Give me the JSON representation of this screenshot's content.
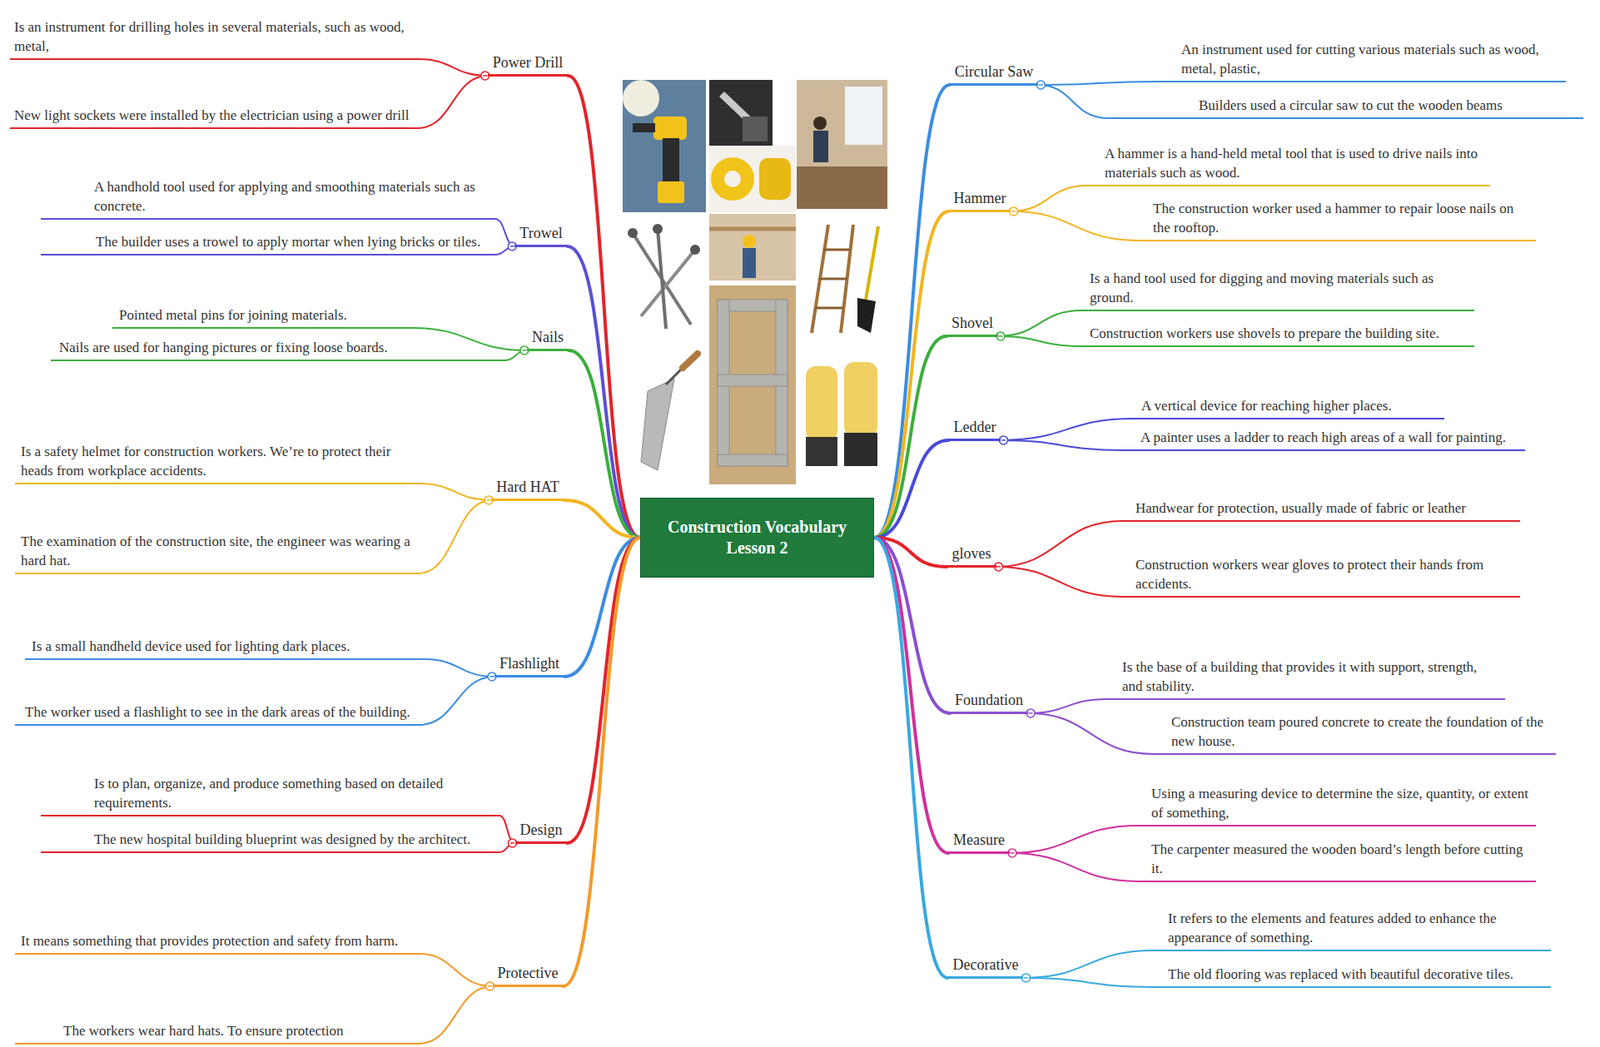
{
  "diagram": {
    "nodes": [
      {
        "text": [
          "Construction Vocabulary Lesson 2"
        ]
      },
      {
        "text": [
          "Power Drill"
        ]
      },
      {
        "text": [
          "Is an instrument for drilling holes in several materials, such as wood, metal,"
        ]
      },
      {
        "text": [
          "New light sockets were installed by the electrician using a power drill"
        ]
      },
      {
        "text": [
          "Trowel"
        ]
      },
      {
        "text": [
          "A handhold tool used for applying and smoothing materials such as concrete."
        ]
      },
      {
        "text": [
          "The builder uses a trowel to apply mortar when lying bricks or tiles."
        ]
      },
      {
        "text": [
          "Nails"
        ]
      },
      {
        "text": [
          "Pointed metal pins for joining materials."
        ]
      },
      {
        "text": [
          "Nails are used for hanging pictures or fixing loose boards."
        ]
      },
      {
        "text": [
          "Hard HAT"
        ]
      },
      {
        "text": [
          "Is a safety helmet for construction workers. We’re to protect their heads from workplace accidents."
        ]
      },
      {
        "text": [
          "The examination of the construction site, the engineer was wearing a hard hat."
        ]
      },
      {
        "text": [
          "Flashlight"
        ]
      },
      {
        "text": [
          "Is a small handheld device used for lighting dark places."
        ]
      },
      {
        "text": [
          "The worker used a flashlight to see in the dark areas of the building."
        ]
      },
      {
        "text": [
          "Design"
        ]
      },
      {
        "text": [
          "Is to plan, organize, and produce something based on detailed requirements."
        ]
      },
      {
        "text": [
          "The new hospital building blueprint was designed by the architect."
        ]
      },
      {
        "text": [
          "Protective"
        ]
      },
      {
        "text": [
          "It means something that provides protection and safety from harm."
        ]
      },
      {
        "text": [
          "The workers wear hard hats. To ensure protection"
        ]
      },
      {
        "text": [
          "Circular Saw"
        ]
      },
      {
        "text": [
          "An instrument used for cutting various materials such as wood, metal, plastic,"
        ]
      },
      {
        "text": [
          "Builders used a circular saw to cut the wooden beams"
        ]
      },
      {
        "text": [
          "Hammer"
        ]
      },
      {
        "text": [
          "A hammer is a hand-held metal tool that is used to drive nails into materials such as wood."
        ]
      },
      {
        "text": [
          "The construction worker used a hammer to repair loose nails on the rooftop."
        ]
      },
      {
        "text": [
          "Shovel"
        ]
      },
      {
        "text": [
          "Is a hand tool used for digging and moving materials such as ground."
        ]
      },
      {
        "text": [
          "Construction workers use shovels to prepare the building site."
        ]
      },
      {
        "text": [
          "Ledder"
        ]
      },
      {
        "text": [
          "A vertical device for reaching higher places."
        ]
      },
      {
        "text": [
          "A painter uses a ladder to reach high areas of a wall for painting."
        ]
      },
      {
        "text": [
          "gloves"
        ]
      },
      {
        "text": [
          "Handwear for protection, usually made of fabric or leather"
        ]
      },
      {
        "text": [
          "Construction workers wear gloves to protect their hands from accidents."
        ]
      },
      {
        "text": [
          "Foundation"
        ]
      },
      {
        "text": [
          "Is the base of a building that provides it with support, strength, and stability."
        ]
      },
      {
        "text": [
          "Construction team poured concrete to create the foundation of the new house."
        ]
      },
      {
        "text": [
          "Measure"
        ]
      },
      {
        "text": [
          "Using a measuring device to determine the size, quantity, or extent of something,"
        ]
      },
      {
        "text": [
          "The carpenter measured the wooden board’s length before cutting it."
        ]
      },
      {
        "text": [
          "Decorative"
        ]
      },
      {
        "text": [
          "It refers to the elements and features added to enhance the appearance of something."
        ]
      },
      {
        "text": [
          "The old flooring was replaced with beautiful decorative tiles."
        ]
      }
    ],
    "edges": [
      {
        "from": 0,
        "to": 1,
        "arrow": "none"
      },
      {
        "from": 1,
        "to": 2,
        "arrow": "none"
      },
      {
        "from": 1,
        "to": 3,
        "arrow": "none"
      },
      {
        "from": 0,
        "to": 4,
        "arrow": "none"
      },
      {
        "from": 4,
        "to": 5,
        "arrow": "none"
      },
      {
        "from": 4,
        "to": 6,
        "arrow": "none"
      },
      {
        "from": 0,
        "to": 7,
        "arrow": "none"
      },
      {
        "from": 7,
        "to": 8,
        "arrow": "none"
      },
      {
        "from": 7,
        "to": 9,
        "arrow": "none"
      },
      {
        "from": 0,
        "to": 10,
        "arrow": "none"
      },
      {
        "from": 10,
        "to": 11,
        "arrow": "none"
      },
      {
        "from": 10,
        "to": 12,
        "arrow": "none"
      },
      {
        "from": 0,
        "to": 13,
        "arrow": "none"
      },
      {
        "from": 13,
        "to": 14,
        "arrow": "none"
      },
      {
        "from": 13,
        "to": 15,
        "arrow": "none"
      },
      {
        "from": 0,
        "to": 16,
        "arrow": "none"
      },
      {
        "from": 16,
        "to": 17,
        "arrow": "none"
      },
      {
        "from": 16,
        "to": 18,
        "arrow": "none"
      },
      {
        "from": 0,
        "to": 19,
        "arrow": "none"
      },
      {
        "from": 19,
        "to": 20,
        "arrow": "none"
      },
      {
        "from": 19,
        "to": 21,
        "arrow": "none"
      },
      {
        "from": 0,
        "to": 22,
        "arrow": "none"
      },
      {
        "from": 22,
        "to": 23,
        "arrow": "none"
      },
      {
        "from": 22,
        "to": 24,
        "arrow": "none"
      },
      {
        "from": 0,
        "to": 25,
        "arrow": "none"
      },
      {
        "from": 25,
        "to": 26,
        "arrow": "none"
      },
      {
        "from": 25,
        "to": 27,
        "arrow": "none"
      },
      {
        "from": 0,
        "to": 28,
        "arrow": "none"
      },
      {
        "from": 28,
        "to": 29,
        "arrow": "none"
      },
      {
        "from": 28,
        "to": 30,
        "arrow": "none"
      },
      {
        "from": 0,
        "to": 31,
        "arrow": "none"
      },
      {
        "from": 31,
        "to": 32,
        "arrow": "none"
      },
      {
        "from": 31,
        "to": 33,
        "arrow": "none"
      },
      {
        "from": 0,
        "to": 34,
        "arrow": "none"
      },
      {
        "from": 34,
        "to": 35,
        "arrow": "none"
      },
      {
        "from": 34,
        "to": 36,
        "arrow": "none"
      },
      {
        "from": 0,
        "to": 37,
        "arrow": "none"
      },
      {
        "from": 37,
        "to": 38,
        "arrow": "none"
      },
      {
        "from": 37,
        "to": 39,
        "arrow": "none"
      },
      {
        "from": 0,
        "to": 40,
        "arrow": "none"
      },
      {
        "from": 40,
        "to": 41,
        "arrow": "none"
      },
      {
        "from": 40,
        "to": 42,
        "arrow": "none"
      },
      {
        "from": 0,
        "to": 43,
        "arrow": "none"
      },
      {
        "from": 43,
        "to": 44,
        "arrow": "none"
      },
      {
        "from": 43,
        "to": 45,
        "arrow": "none"
      }
    ]
  }
}
